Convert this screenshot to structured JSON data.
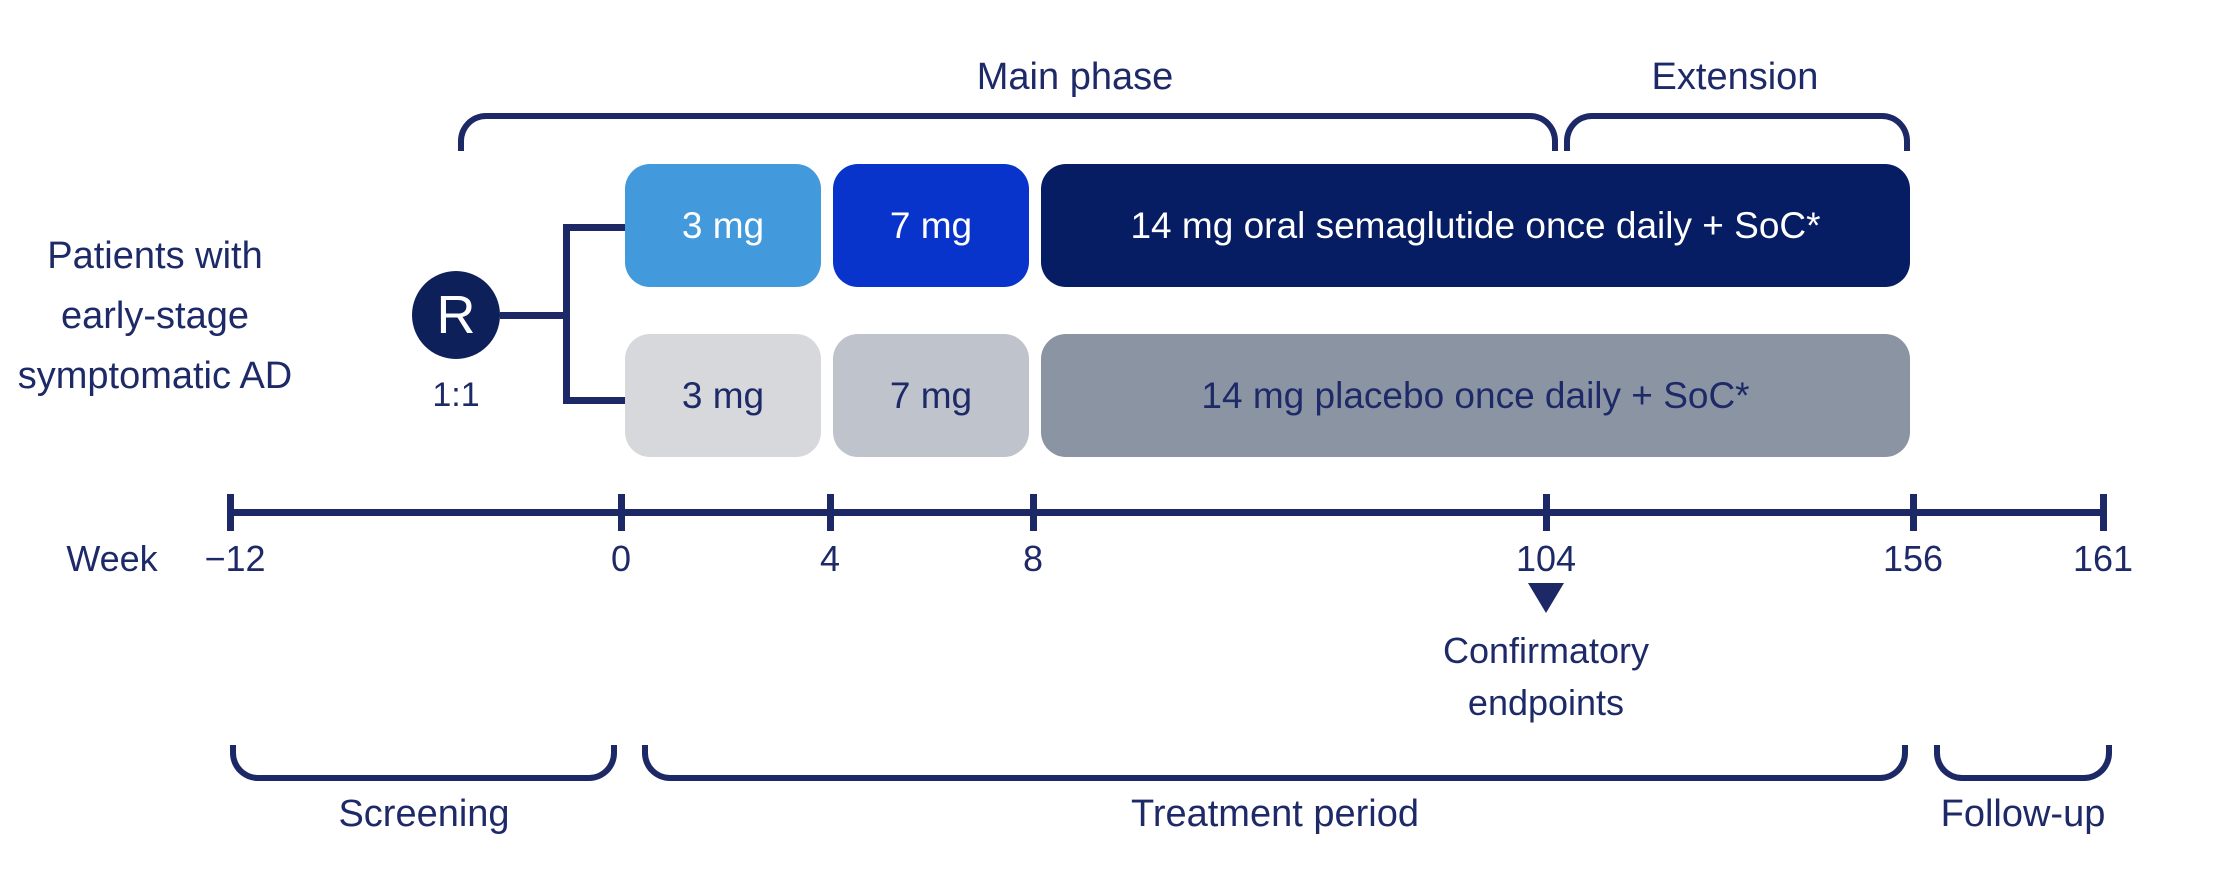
{
  "figure": {
    "type": "clinical-trial-design-diagram",
    "population_label": "Patients with\nearly-stage\nsymptomatic AD",
    "randomization": {
      "symbol": "R",
      "ratio": "1:1"
    },
    "phases": {
      "main": "Main phase",
      "extension": "Extension"
    },
    "arms": {
      "semaglutide": {
        "dose1": "3 mg",
        "dose2": "7 mg",
        "maintenance": "14 mg oral semaglutide once daily + SoC*"
      },
      "placebo": {
        "dose1": "3 mg",
        "dose2": "7 mg",
        "maintenance": "14 mg placebo once daily + SoC*"
      }
    },
    "timeline": {
      "axis_label": "Week",
      "ticks": [
        "−12",
        "0",
        "4",
        "8",
        "104",
        "156",
        "161"
      ]
    },
    "marker": {
      "label": "Confirmatory\nendpoints"
    },
    "periods": {
      "screening": "Screening",
      "treatment": "Treatment period",
      "followup": "Follow-up"
    },
    "colors": {
      "navy_text_and_lines": "#1C2966",
      "randomization_circle": "#0E2059",
      "semaglutide_3mg": "#4299DC",
      "semaglutide_7mg": "#0834CC",
      "semaglutide_14mg": "#061C63",
      "placebo_3mg": "#D6D8DC",
      "placebo_7mg": "#BEC3CC",
      "placebo_14mg": "#8B94A3"
    }
  }
}
